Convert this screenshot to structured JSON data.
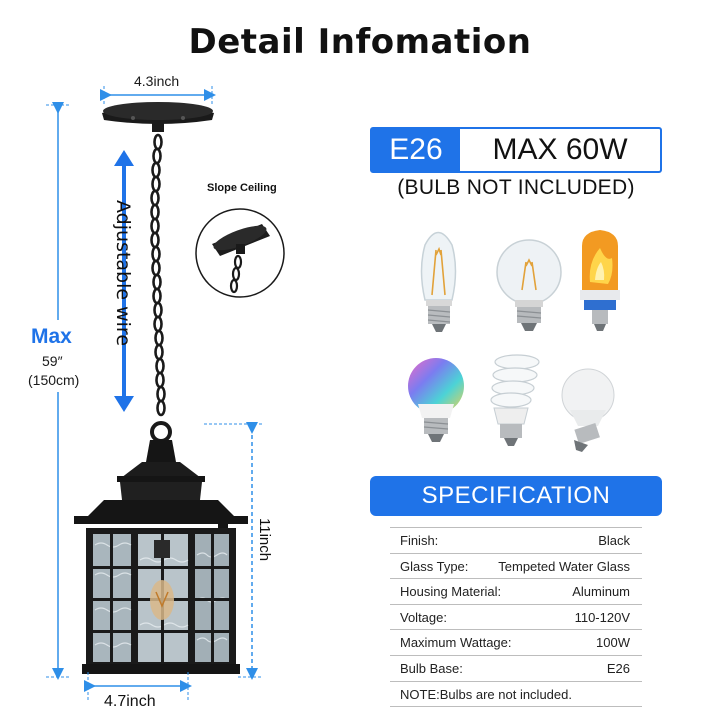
{
  "title": "Detail Infomation",
  "dimensions": {
    "canopy_width": "4.3inch",
    "adjustable_label": "Adjustable wire",
    "max_label": "Max",
    "max_inch": "59″",
    "max_cm": "(150cm)",
    "height": "11inch",
    "width": "4.7inch",
    "slope_label": "Slope Ceiling"
  },
  "bulb": {
    "base": "E26",
    "max_wattage": "MAX 60W",
    "note": "(BULB NOT INCLUDED)",
    "types": [
      "edison-st64-bulb-icon",
      "globe-g25-bulb-icon",
      "flame-effect-bulb-icon",
      "rgb-a19-bulb-icon",
      "spiral-cfl-bulb-icon",
      "frosted-a19-bulb-icon"
    ]
  },
  "specification": {
    "heading": "SPECIFICATION",
    "rows": [
      {
        "label": "Finish:",
        "value": "Black"
      },
      {
        "label": "Glass Type:",
        "value": "Tempeted Water Glass"
      },
      {
        "label": "Housing Material:",
        "value": "Aluminum"
      },
      {
        "label": "Voltage:",
        "value": "110-120V"
      },
      {
        "label": "Maximum Wattage:",
        "value": "100W"
      },
      {
        "label": "Bulb Base:",
        "value": "E26"
      }
    ],
    "note": "NOTE:Bulbs are not included."
  },
  "colors": {
    "accent": "#1f73e8",
    "dimension_line": "#2f8fe8",
    "fixture": "#151515"
  }
}
